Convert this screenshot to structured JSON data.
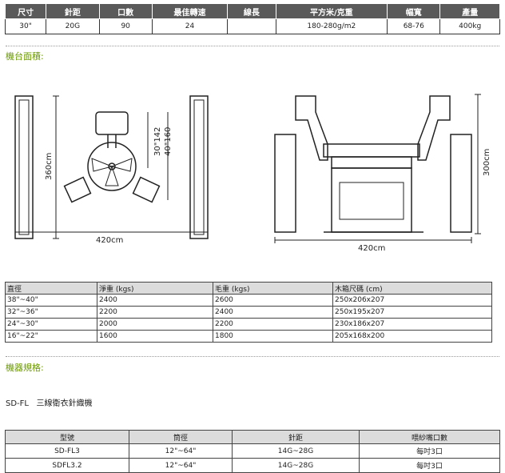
{
  "spec_table": {
    "headers": [
      "尺寸",
      "針距",
      "口數",
      "最佳轉速",
      "線長",
      "平方米/克重",
      "幅寬",
      "產量"
    ],
    "row": [
      "30\"",
      "20G",
      "90",
      "24",
      "",
      "180-280g/m2",
      "68-76",
      "400kg"
    ]
  },
  "section_area": "機台面積:",
  "diagram": {
    "height_left": "360cm",
    "width_left": "420cm",
    "dim_v1": "30\"142",
    "dim_v2": "40\"160",
    "height_right": "300cm",
    "width_right": "420cm"
  },
  "pack_table": {
    "headers": [
      "直徑",
      "淨重 (kgs)",
      "毛重 (kgs)",
      "木箱尺碼 (cm)"
    ],
    "rows": [
      [
        "38\"~40\"",
        "2400",
        "2600",
        "250x206x207"
      ],
      [
        "32\"~36\"",
        "2200",
        "2400",
        "250x195x207"
      ],
      [
        "24\"~30\"",
        "2000",
        "2200",
        "230x186x207"
      ],
      [
        "16\"~22\"",
        "1600",
        "1800",
        "205x168x200"
      ]
    ]
  },
  "section_machine": "機器規格:",
  "machine_name": "SD-FL   三線衛衣針織機",
  "model_table": {
    "headers": [
      "型號",
      "筒徑",
      "針距",
      "喂紗嘴口數"
    ],
    "rows": [
      [
        "SD-FL3",
        "12\"~64\"",
        "14G~28G",
        "每吋3口"
      ],
      [
        "SDFL3.2",
        "12\"~64\"",
        "14G~28G",
        "每吋3口"
      ]
    ]
  },
  "colors": {
    "header_dark": "#5a5a5a",
    "header_light": "#dcdcdc",
    "section_green": "#6a9a00"
  }
}
